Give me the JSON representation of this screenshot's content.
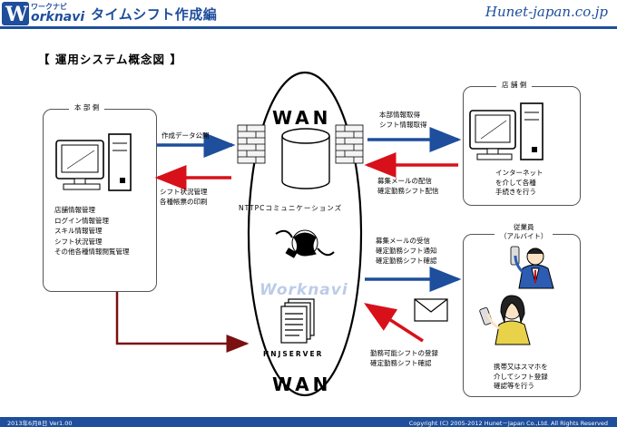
{
  "header": {
    "logo_letter": "W",
    "logo_top": "ワークナビ",
    "logo_name": "orknavi",
    "title": "タイムシフト作成編",
    "brand": "Hunet-japan.co.jp"
  },
  "heading": "【 運用システム概念図 】",
  "headquarters": {
    "label": "本 部 側",
    "functions": "店舗情報管理\nログイン情報管理\nスキル情報管理\nシフト状況管理\nその他各種情報閲覧管理"
  },
  "store": {
    "label": "店 舗 側",
    "note": "インターネット\nを介して各種\n手続きを行う"
  },
  "employee": {
    "label": "従業員\n（アルバイト）",
    "note": "携帯又はスマホを\n介してシフト登録\n確認等を行う"
  },
  "center": {
    "wan_top": "WAN",
    "wan_bottom": "WAN",
    "provider": "NTTPCコミュニケーションズ",
    "server": "HNJSERVER",
    "watermark": "Worknavi"
  },
  "flows": {
    "hq_to_center": "作成データ公開",
    "center_to_hq": "シフト状況管理\n各種帳票の印刷",
    "center_to_store": "本部情報取得\nシフト情報取得",
    "store_to_center": "募集メールの配信\n確定勤務シフト配信",
    "center_to_emp": "募集メールの受信\n確定勤務シフト通知\n確定勤務シフト確認",
    "emp_to_center": "勤務可能シフトの登録\n確定勤務シフト確認"
  },
  "footer": {
    "date": "2013年6月8日 Ver1.00",
    "copyright": "Copyright (C) 2005-2012 Hunet－Japan Co.,Ltd. All Rights Reserved"
  },
  "colors": {
    "brand": "#1e4e9c",
    "arrow_blue": "#1e4e9c",
    "arrow_red": "#d8101a",
    "arrow_dark_red": "#7a1010"
  }
}
